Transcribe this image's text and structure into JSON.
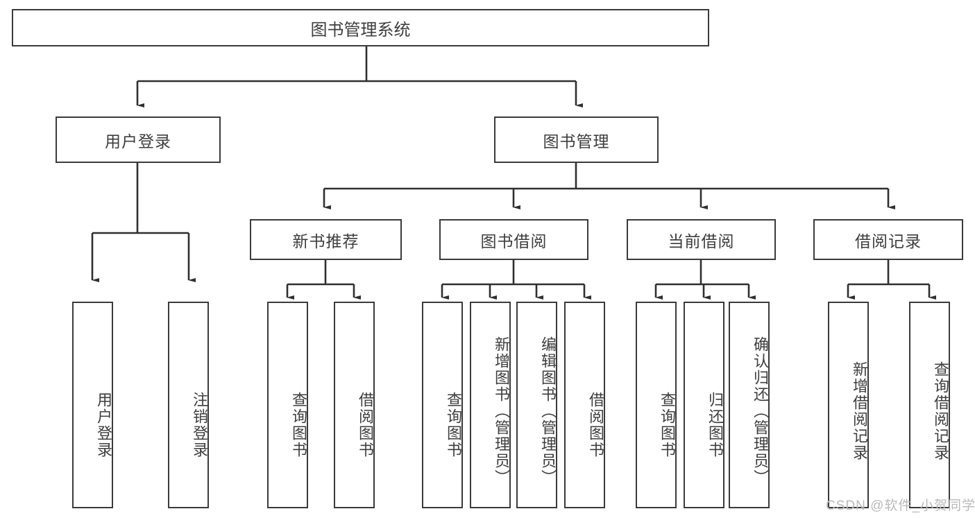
{
  "diagram": {
    "type": "tree",
    "title": "图书管理系统",
    "levels": [
      {
        "level": 1,
        "nodes": [
          {
            "id": "root",
            "label": "图书管理系统",
            "orientation": "horizontal"
          }
        ]
      },
      {
        "level": 2,
        "nodes": [
          {
            "id": "login",
            "label": "用户登录",
            "orientation": "horizontal",
            "parent": "root"
          },
          {
            "id": "bookmgmt",
            "label": "图书管理",
            "orientation": "horizontal",
            "parent": "root"
          }
        ]
      },
      {
        "level": 3,
        "nodes": [
          {
            "id": "newbook",
            "label": "新书推荐",
            "orientation": "horizontal",
            "parent": "bookmgmt"
          },
          {
            "id": "borrow",
            "label": "图书借阅",
            "orientation": "horizontal",
            "parent": "bookmgmt"
          },
          {
            "id": "current",
            "label": "当前借阅",
            "orientation": "horizontal",
            "parent": "bookmgmt"
          },
          {
            "id": "records",
            "label": "借阅记录",
            "orientation": "horizontal",
            "parent": "bookmgmt"
          }
        ]
      },
      {
        "level": 4,
        "nodes": [
          {
            "id": "leaf1",
            "label": "用户登录",
            "orientation": "vertical",
            "parent": "login"
          },
          {
            "id": "leaf2",
            "label": "注销登录",
            "orientation": "vertical",
            "parent": "login"
          },
          {
            "id": "leaf3",
            "label": "查询图书",
            "orientation": "vertical",
            "parent": "newbook"
          },
          {
            "id": "leaf4",
            "label": "借阅图书",
            "orientation": "vertical",
            "parent": "newbook"
          },
          {
            "id": "leaf5",
            "label": "查询图书",
            "orientation": "vertical",
            "parent": "borrow"
          },
          {
            "id": "leaf6",
            "label": "新增图书（管理员）",
            "orientation": "vertical",
            "parent": "borrow"
          },
          {
            "id": "leaf7",
            "label": "编辑图书（管理员）",
            "orientation": "vertical",
            "parent": "borrow"
          },
          {
            "id": "leaf8",
            "label": "借阅图书",
            "orientation": "vertical",
            "parent": "borrow"
          },
          {
            "id": "leaf9",
            "label": "查询图书",
            "orientation": "vertical",
            "parent": "current"
          },
          {
            "id": "leaf10",
            "label": "归还图书",
            "orientation": "vertical",
            "parent": "current"
          },
          {
            "id": "leaf11",
            "label": "确认归还（管理员）",
            "orientation": "vertical",
            "parent": "current"
          },
          {
            "id": "leaf12",
            "label": "新增借阅记录",
            "orientation": "vertical",
            "parent": "records"
          },
          {
            "id": "leaf13",
            "label": "查询借阅记录",
            "orientation": "vertical",
            "parent": "records"
          }
        ]
      }
    ]
  },
  "watermark": {
    "text": "CSDN @软件_小贺同学"
  },
  "colors": {
    "border": "#3a3a3a",
    "text": "#3d3d3d",
    "background": "#ffffff",
    "watermark": "#b9b9b9"
  }
}
